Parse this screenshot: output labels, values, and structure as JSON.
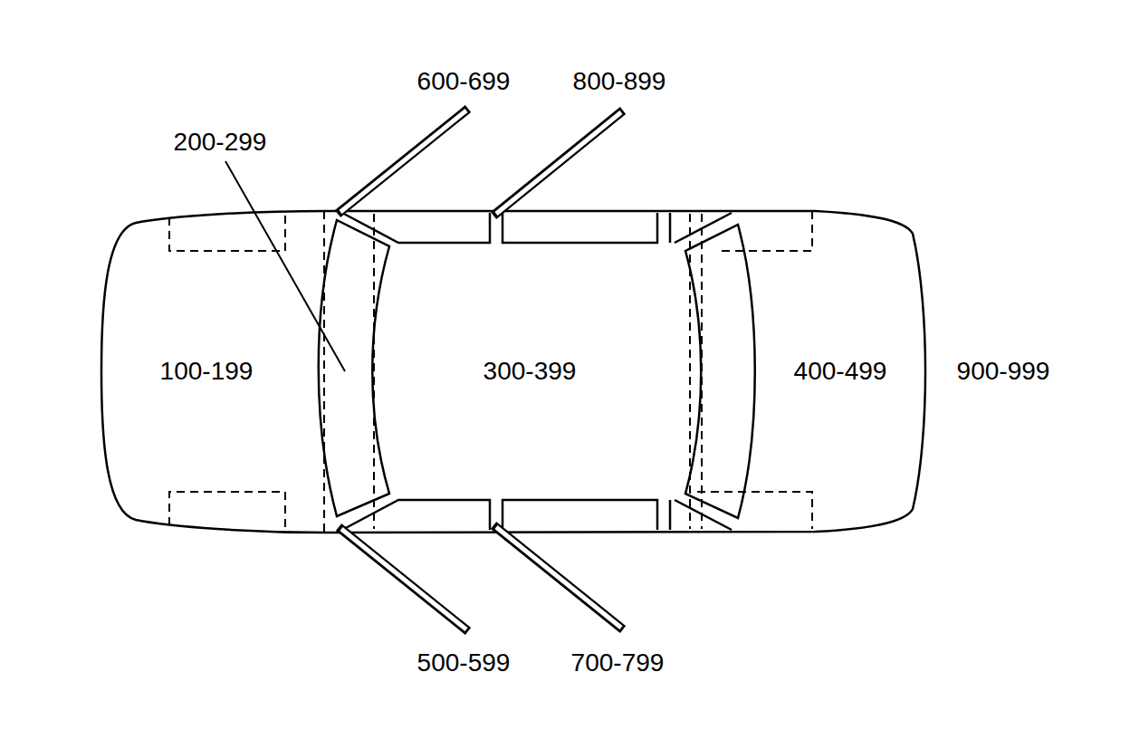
{
  "diagram": {
    "labels": [
      "600-699",
      "800-899",
      "200-299",
      "100-199",
      "300-399",
      "400-499",
      "900-999",
      "500-599",
      "700-799"
    ]
  }
}
